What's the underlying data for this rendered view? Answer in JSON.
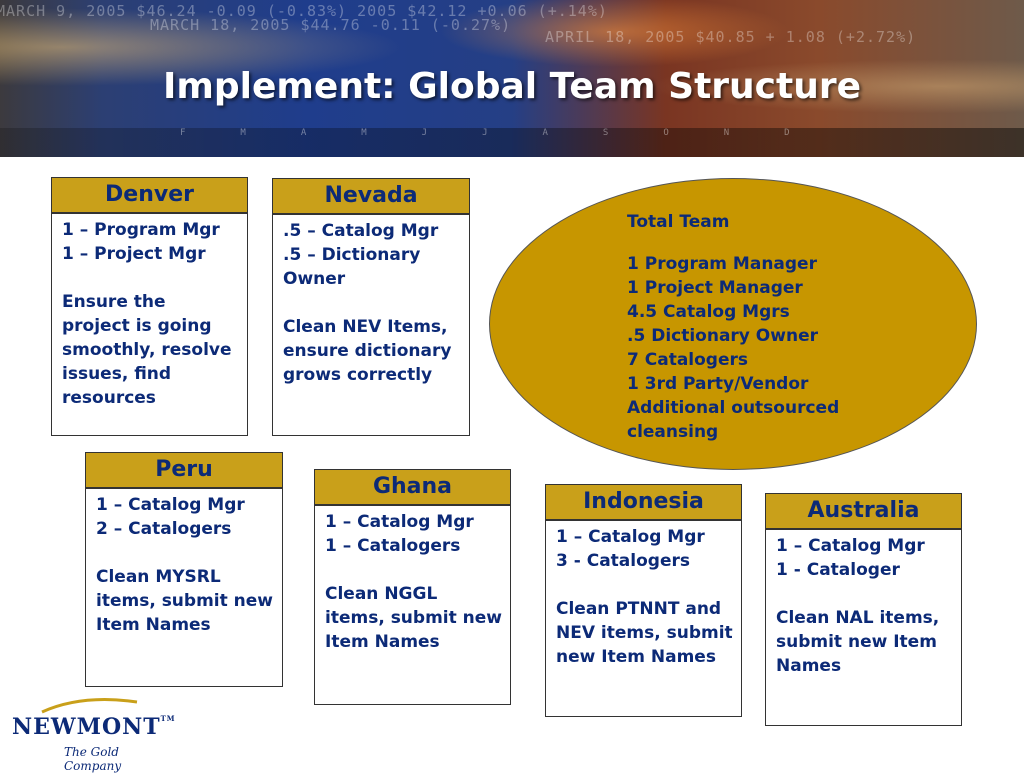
{
  "slide": {
    "title": "Implement: Global Team Structure",
    "ticker_lines": [
      "MARCH 9, 2005 $46.24 -0.09 (-0.83%) 2005 $42.12 +0.06 (+.14%)",
      "MARCH 18, 2005 $44.76 -0.11 (-0.27%)",
      "APRIL 18, 2005 $40.85 + 1.08 (+2.72%)"
    ],
    "month_letters": "FMAMJJASOND"
  },
  "sites": [
    {
      "name": "Denver",
      "roles": [
        "1 – Program Mgr",
        "1 – Project Mgr"
      ],
      "task": "Ensure the project is going smoothly, resolve issues, find resources"
    },
    {
      "name": "Nevada",
      "roles": [
        ".5 – Catalog Mgr",
        ".5 – Dictionary Owner"
      ],
      "task": "Clean NEV Items, ensure dictionary grows correctly"
    },
    {
      "name": "Peru",
      "roles": [
        "1 – Catalog Mgr",
        "2 – Catalogers"
      ],
      "task": "Clean MYSRL items, submit new Item Names"
    },
    {
      "name": "Ghana",
      "roles": [
        "1 – Catalog Mgr",
        "1 – Catalogers"
      ],
      "task": "Clean NGGL items, submit new Item Names"
    },
    {
      "name": "Indonesia",
      "roles": [
        "1 – Catalog Mgr",
        "3 - Catalogers"
      ],
      "task": "Clean PTNNT and NEV items, submit new Item Names"
    },
    {
      "name": "Australia",
      "roles": [
        "1 – Catalog Mgr",
        "1 - Cataloger"
      ],
      "task": "Clean NAL items, submit new Item Names"
    }
  ],
  "total_team": {
    "heading": "Total Team",
    "items": [
      "1 Program Manager",
      "1 Project Manager",
      "4.5 Catalog Mgrs",
      ".5 Dictionary Owner",
      "7 Catalogers",
      "1 3rd Party/Vendor",
      "Additional outsourced cleansing"
    ]
  },
  "logo": {
    "name": "NEWMONT",
    "tm": "TM",
    "tagline": "The Gold Company"
  },
  "colors": {
    "accent_gold": "#c9a01a",
    "ellipse_gold": "#c79600",
    "text_navy": "#0c2a77"
  }
}
